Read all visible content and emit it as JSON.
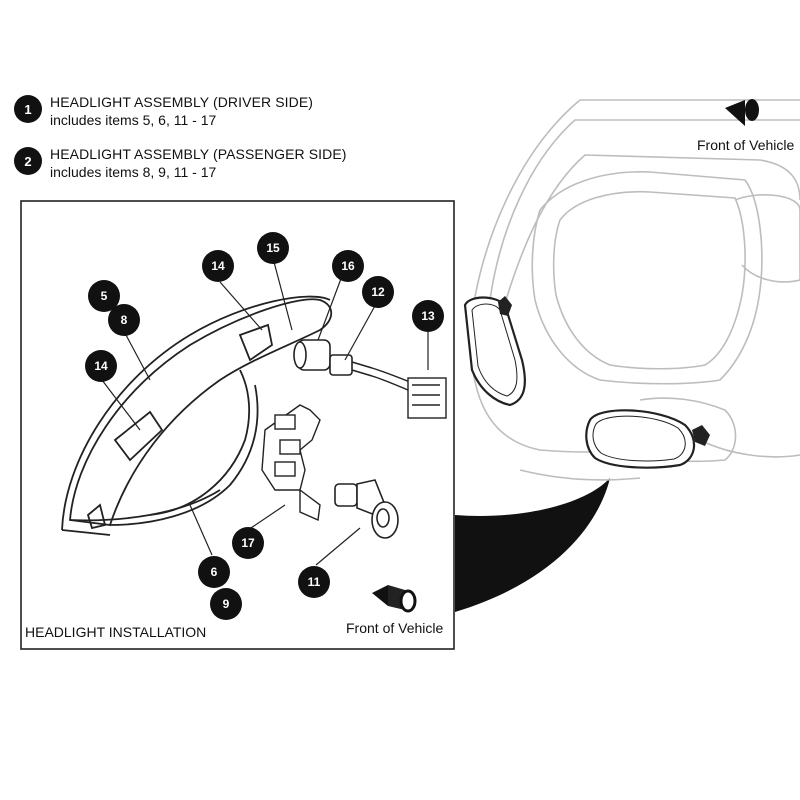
{
  "legend": [
    {
      "badge": "1",
      "title": "HEADLIGHT ASSEMBLY (DRIVER SIDE)",
      "subtitle": "includes items 5, 6, 11 - 17"
    },
    {
      "badge": "2",
      "title": "HEADLIGHT ASSEMBLY (PASSENGER SIDE)",
      "subtitle": "includes items 8, 9, 11 - 17"
    }
  ],
  "inset": {
    "caption": "HEADLIGHT INSTALLATION",
    "front_label": "Front of Vehicle"
  },
  "vehicle": {
    "front_label": "Front of Vehicle"
  },
  "callouts": {
    "c5": "5",
    "c8": "8",
    "c14a": "14",
    "c14b": "14",
    "c15": "15",
    "c16": "16",
    "c12": "12",
    "c13": "13",
    "c17": "17",
    "c11": "11",
    "c6": "6",
    "c9": "9"
  },
  "colors": {
    "badge": "#111111",
    "line": "#222222",
    "vehicle_line": "#bdbdbd"
  },
  "icons": [
    "direction-arrow-icon"
  ]
}
